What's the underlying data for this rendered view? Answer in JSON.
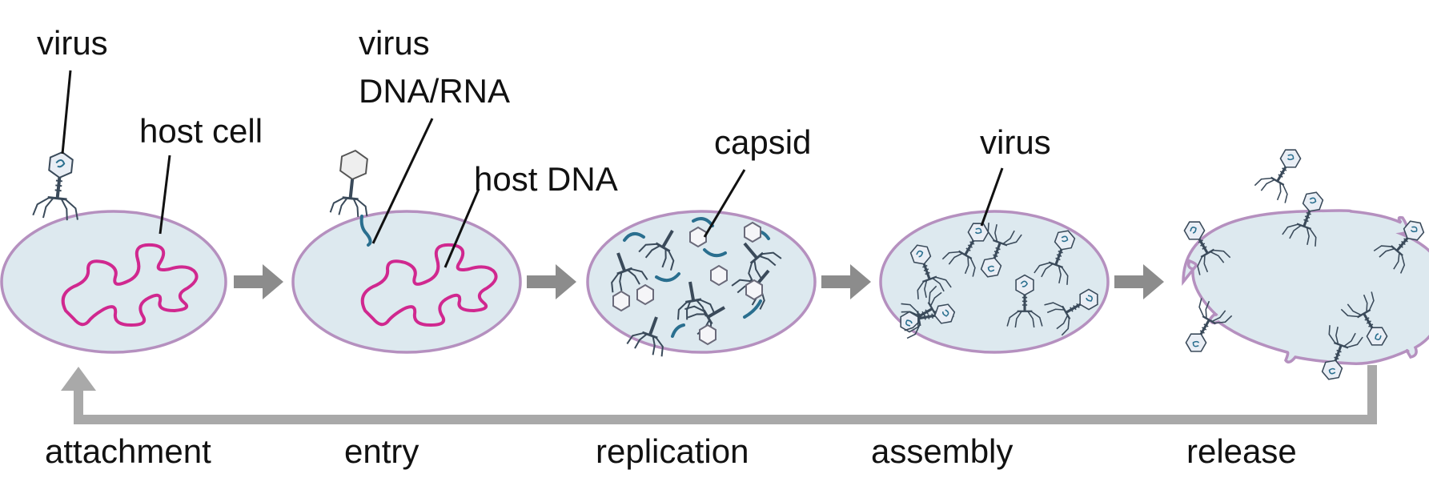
{
  "labels": {
    "virus_top": "virus",
    "host_cell": "host cell",
    "virus_dna_rna_1": "virus",
    "virus_dna_rna_2": "DNA/RNA",
    "host_dna": "host DNA",
    "capsid": "capsid",
    "virus_assembly": "virus"
  },
  "stages": {
    "attachment": "attachment",
    "entry": "entry",
    "replication": "replication",
    "assembly": "assembly",
    "release": "release"
  },
  "colors": {
    "cell_fill": "#dde9ef",
    "cell_outline": "#b590bf",
    "host_dna": "#d0288f",
    "viral_nucleic_acid": "#2a6f8f",
    "arrow": "#8c8c8c",
    "return_loop": "#a9a9a9"
  }
}
